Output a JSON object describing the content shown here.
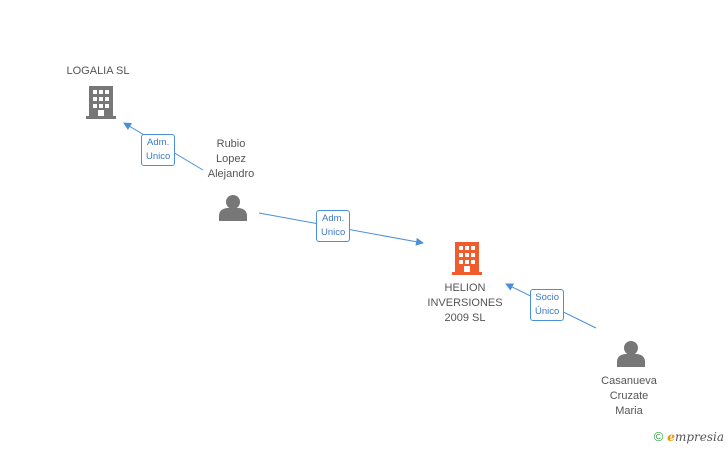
{
  "nodes": {
    "logalia": {
      "name": "LOGALIA SL",
      "color": "#777777",
      "type": "company"
    },
    "rubio": {
      "lines": [
        "Rubio",
        "Lopez",
        "Alejandro"
      ],
      "color": "#777777",
      "type": "person"
    },
    "helion": {
      "lines": [
        "HELION",
        "INVERSIONES",
        "2009 SL"
      ],
      "color": "#f25c2c",
      "type": "company"
    },
    "casanueva": {
      "lines": [
        "Casanueva",
        "Cruzate",
        "Maria"
      ],
      "color": "#777777",
      "type": "person"
    }
  },
  "edges": [
    {
      "from": "rubio",
      "to": "logalia",
      "label": [
        "Adm.",
        "Unico"
      ]
    },
    {
      "from": "rubio",
      "to": "helion",
      "label": [
        "Adm.",
        "Unico"
      ]
    },
    {
      "from": "casanueva",
      "to": "helion",
      "label": [
        "Socio",
        "Único"
      ]
    }
  ],
  "colors": {
    "edge": "#4a90d9",
    "node_gray": "#777777",
    "node_highlight": "#f25c2c"
  },
  "brand": {
    "copyright_symbol": "©",
    "name_initial": "e",
    "name_rest": "mpresia"
  }
}
